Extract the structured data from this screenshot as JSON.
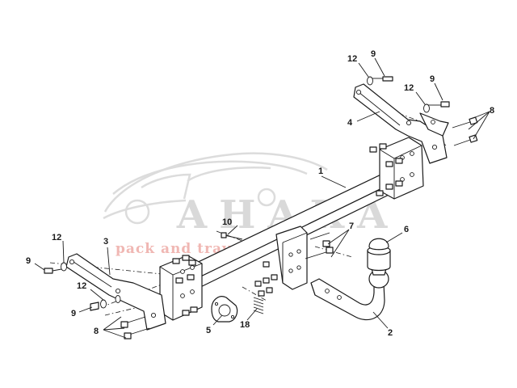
{
  "watermark": {
    "brand": "АНАКА",
    "tagline": "pack and travel",
    "brand_color": "#d9d9d9",
    "tagline_color": "#f0b7b3"
  },
  "callouts": [
    {
      "id": "c-1",
      "label": "1",
      "part": "main-crossbar"
    },
    {
      "id": "c-2",
      "label": "2",
      "part": "tow-ball-arm"
    },
    {
      "id": "c-3",
      "label": "3",
      "part": "left-side-bracket"
    },
    {
      "id": "c-4",
      "label": "4",
      "part": "right-side-bracket"
    },
    {
      "id": "c-5",
      "label": "5",
      "part": "socket-plate"
    },
    {
      "id": "c-6",
      "label": "6",
      "part": "ball-cap"
    },
    {
      "id": "c-7",
      "label": "7",
      "part": "arm-bolts"
    },
    {
      "id": "c-8a",
      "label": "8",
      "part": "left-bracket-bolts"
    },
    {
      "id": "c-8b",
      "label": "8",
      "part": "right-bracket-bolts"
    },
    {
      "id": "c-9a",
      "label": "9",
      "part": "left-upper-bolt"
    },
    {
      "id": "c-9b",
      "label": "9",
      "part": "left-lower-bolt"
    },
    {
      "id": "c-9c",
      "label": "9",
      "part": "right-top-bolt"
    },
    {
      "id": "c-9d",
      "label": "9",
      "part": "right-mid-bolt"
    },
    {
      "id": "c-10",
      "label": "10",
      "part": "socket-bolt"
    },
    {
      "id": "c-12a",
      "label": "12",
      "part": "left-upper-washer"
    },
    {
      "id": "c-12b",
      "label": "12",
      "part": "left-lower-washer"
    },
    {
      "id": "c-12c",
      "label": "12",
      "part": "right-top-washer"
    },
    {
      "id": "c-12d",
      "label": "12",
      "part": "right-mid-washer"
    },
    {
      "id": "c-18",
      "label": "18",
      "part": "spring-washer"
    }
  ]
}
